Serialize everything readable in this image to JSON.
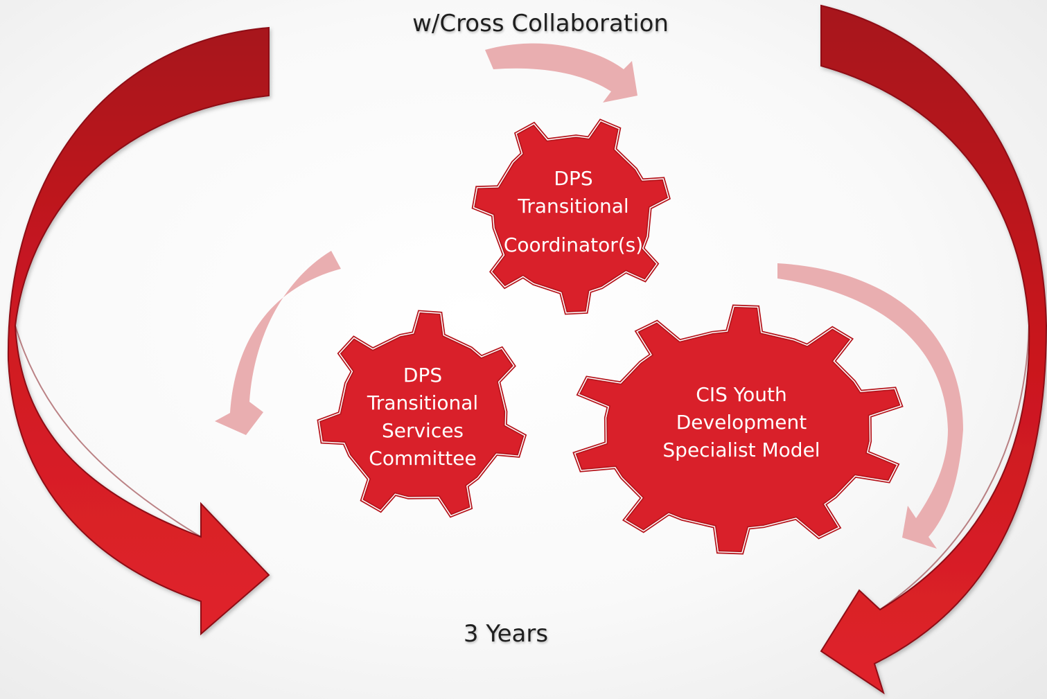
{
  "header": {
    "subtitle": "w/Cross Collaboration"
  },
  "gears": [
    {
      "name": "gear-dps-transitional-coordinators",
      "lines": [
        "DPS",
        "Transitional",
        "Coordinator(s)"
      ]
    },
    {
      "name": "gear-dps-transitional-services-committee",
      "lines": [
        "DPS",
        "Transitional",
        "Services",
        "Committee"
      ]
    },
    {
      "name": "gear-cis-youth-development-specialist-model",
      "lines": [
        "CIS Youth",
        "Development",
        "Specialist Model"
      ]
    }
  ],
  "footer": {
    "duration": "3 Years"
  },
  "colors": {
    "gear_fill": "#d9202a",
    "gear_stroke": "#ffffff",
    "big_arrow": "#c8161e",
    "big_arrow_dark": "#8e0f15",
    "small_arrow": "#e9aeb0",
    "text_on_gear": "#ffffff",
    "caption_text": "#1f1f1f"
  }
}
